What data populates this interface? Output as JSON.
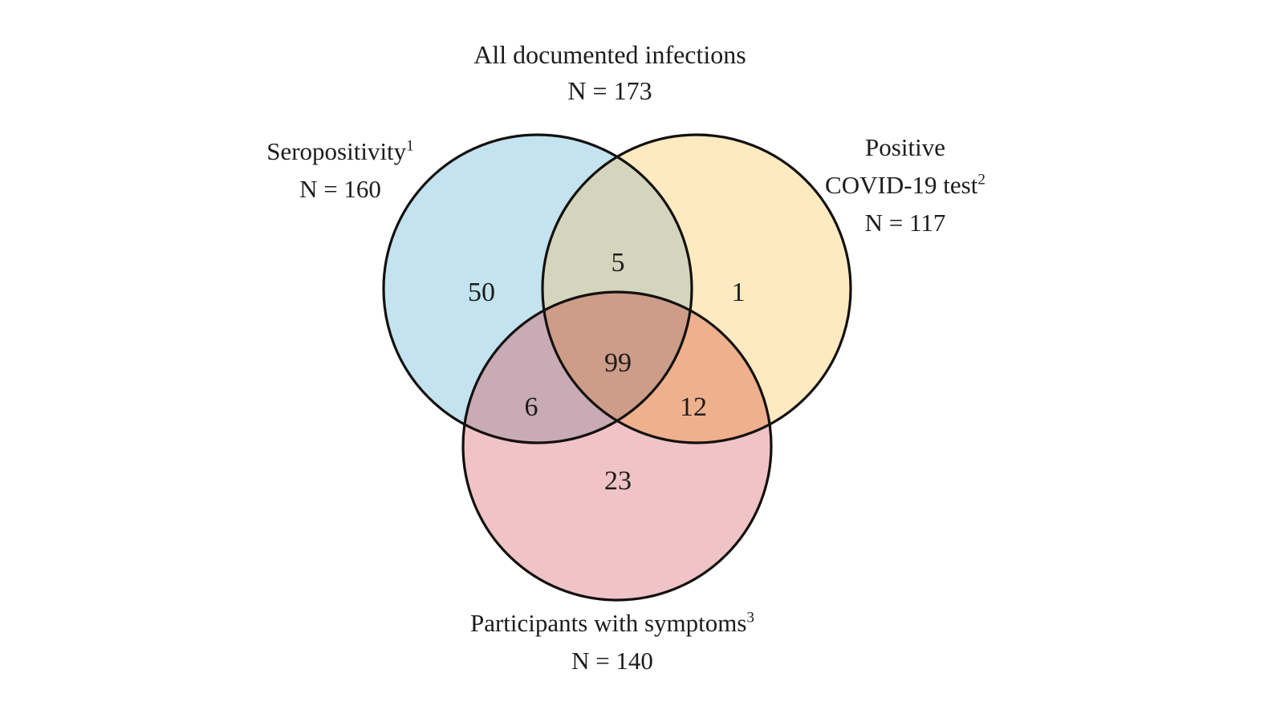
{
  "figure": {
    "background": "#ffffff",
    "outline_color": "#13100d",
    "text_color": "#1d1c1a",
    "title": {
      "line1": "All documented infections",
      "line2": "N = 173"
    },
    "sets": {
      "seropositivity": {
        "label": "Seropositivity",
        "superscript": "1",
        "n_label": "N = 160",
        "fill": "#c2e3ef"
      },
      "covid_test": {
        "label_line1": "Positive",
        "label_line2": "COVID-19 test",
        "superscript": "2",
        "n_label": "N = 117",
        "fill": "#fdeac1"
      },
      "symptoms": {
        "label": "Participants with symptoms",
        "superscript": "3",
        "n_label": "N = 140",
        "fill": "#f0c3c6"
      }
    },
    "overlaps": {
      "sero_test": {
        "fill": "#d3d5bc",
        "value": "5"
      },
      "sero_symptoms": {
        "fill": "#c8abb4",
        "value": "6"
      },
      "test_symptoms": {
        "fill": "#efb08d",
        "value": "12"
      },
      "all_three": {
        "fill": "#cd9d8a",
        "value": "99"
      }
    },
    "region_values": {
      "sero_only": "50",
      "test_only": "1",
      "symptoms_only": "23"
    }
  },
  "chart_data": {
    "type": "venn",
    "title": "All documented infections",
    "total_n": 173,
    "sets": [
      {
        "name": "Seropositivity",
        "footnote": "1",
        "n": 160
      },
      {
        "name": "Positive COVID-19 test",
        "footnote": "2",
        "n": 117
      },
      {
        "name": "Participants with symptoms",
        "footnote": "3",
        "n": 140
      }
    ],
    "regions": {
      "seropositivity_only": 50,
      "covid_test_only": 1,
      "symptoms_only": 23,
      "seropositivity_and_covid_test": 5,
      "seropositivity_and_symptoms": 6,
      "covid_test_and_symptoms": 12,
      "all_three": 99
    },
    "legend_position": "around-circles",
    "background": "white"
  }
}
